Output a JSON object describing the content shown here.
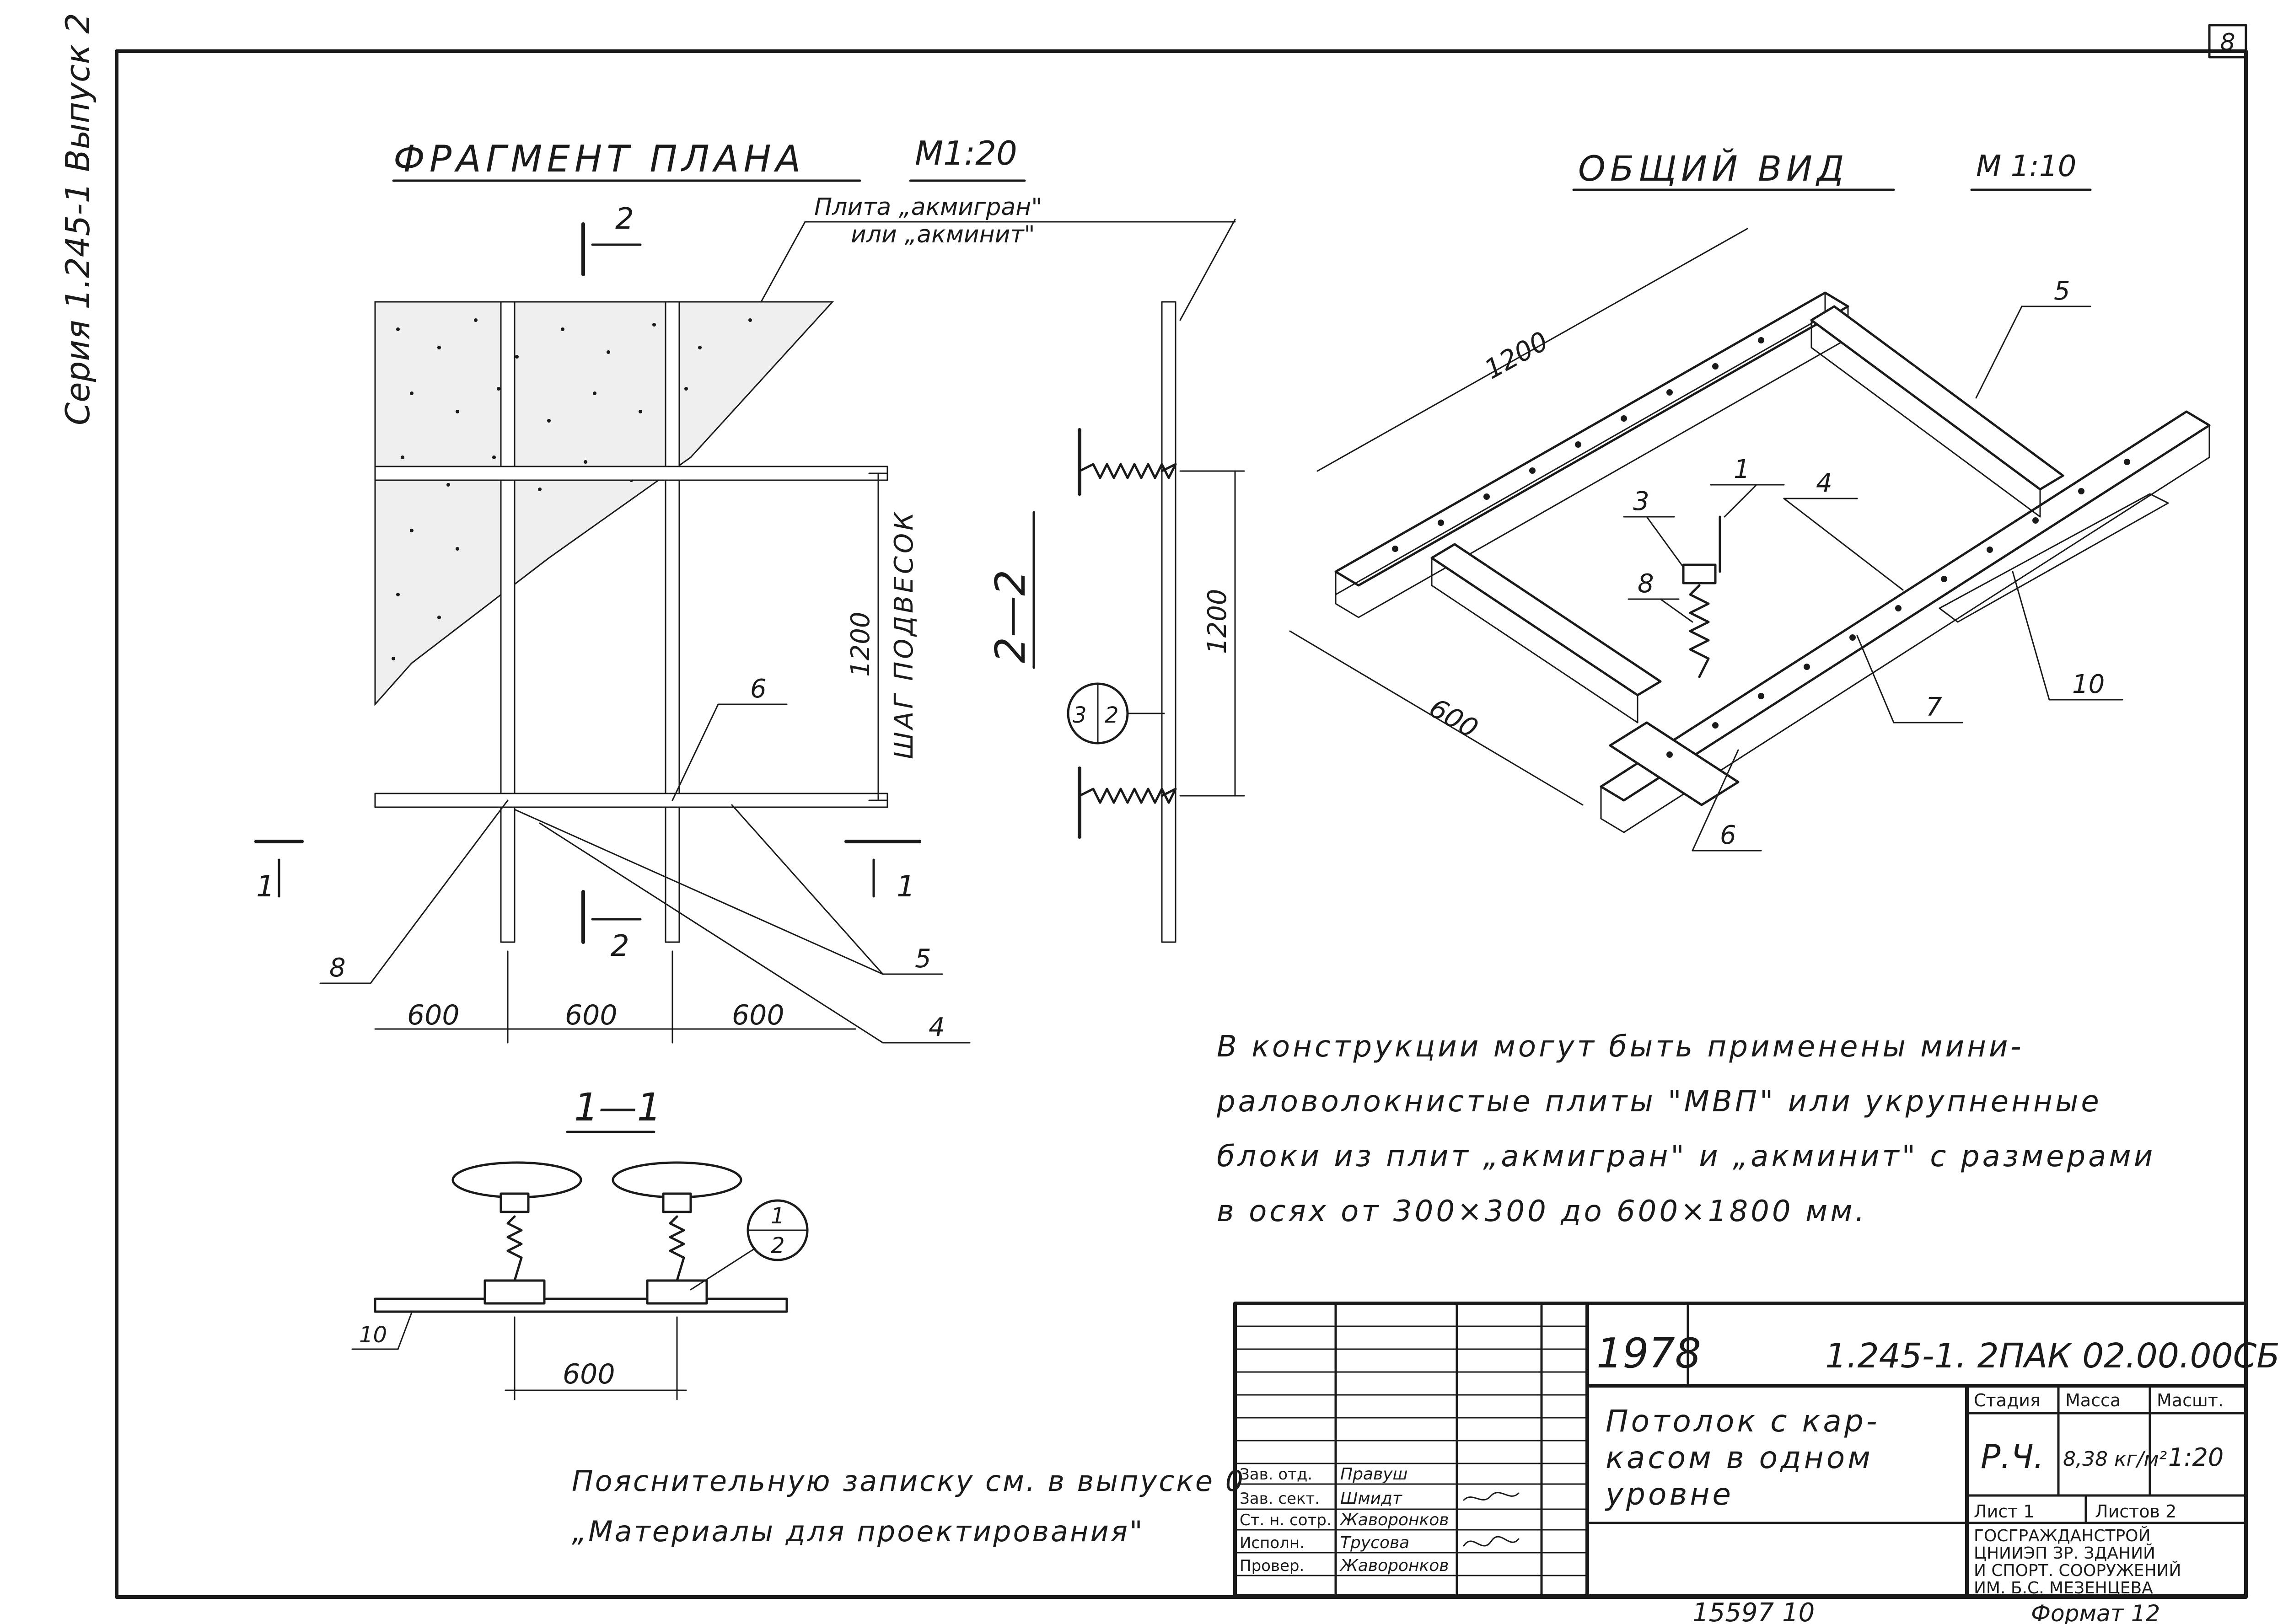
{
  "sheet": {
    "number": "8",
    "series_vertical": "Серия 1.245-1 Выпуск 2",
    "format": "Формат 12",
    "inventory": "15597   10"
  },
  "plan": {
    "title": "ФРАГМЕНТ ПЛАНА",
    "scale": "М1:20",
    "slab_label_line1": "Плита „акмигран\"",
    "slab_label_line2": "или „акминит\"",
    "section_marker_2": "2",
    "section_marker_1": "1",
    "dim_height": "1200",
    "dim_height_caption": "ШАГ ПОДВЕСОК",
    "dims_bottom": [
      "600",
      "600",
      "600"
    ],
    "callout_6": "6",
    "callout_8": "8",
    "callout_5": "5",
    "callout_4": "4"
  },
  "section22": {
    "title": "2—2",
    "dim": "1200",
    "ref_top": "3",
    "ref_bottom": "2"
  },
  "general": {
    "title": "ОБЩИЙ ВИД",
    "scale": "М 1:10",
    "dim_long": "1200",
    "dim_short": "600",
    "callouts": [
      "1",
      "3",
      "8",
      "4",
      "5",
      "7",
      "10",
      "6"
    ]
  },
  "section11": {
    "title": "1—1",
    "dim": "600",
    "ref_top": "1",
    "ref_bottom": "2",
    "callout_10": "10"
  },
  "note": {
    "line1": "В конструкции могут быть применены мини-",
    "line2": "раловолокнистые плиты \"МВП\" или укрупненные",
    "line3": "блоки из плит „акмигран\" и „акминит\" с размерами",
    "line4": "в осях от 300×300 до 600×1800 мм."
  },
  "footnote": {
    "line1": "Пояснительную записку см. в выпуске 0",
    "line2": "„Материалы для проектирования\""
  },
  "title_block": {
    "year": "1978",
    "code": "1.245-1. 2ПАК 02.00.00СБ",
    "name_line1": "Потолок с кар-",
    "name_line2": "касом в одном",
    "name_line3": "уровне",
    "stage_header": "Стадия",
    "mass_header": "Масса",
    "scale_header": "Масшт.",
    "stage": "Р.Ч.",
    "mass": "8,38 кг/м²",
    "scale": "1:20",
    "sheet_label": "Лист 1",
    "sheets_label": "Листов 2",
    "org_line1": "ГОСГРАЖДАНСТРОЙ",
    "org_line2": "ЦНИИЭП ЗР. ЗДАНИЙ",
    "org_line3": "И СПОРТ. СООРУЖЕНИЙ",
    "org_line4": "ИМ. Б.С. МЕЗЕНЦЕВА",
    "roles": [
      {
        "role": "Зав. отд.",
        "name": "Правуш"
      },
      {
        "role": "Зав. сект.",
        "name": "Шмидт"
      },
      {
        "role": "Ст. н. сотр.",
        "name": "Жаворонков"
      },
      {
        "role": "Исполн.",
        "name": "Трусова"
      },
      {
        "role": "Провер.",
        "name": "Жаворонков"
      }
    ]
  }
}
